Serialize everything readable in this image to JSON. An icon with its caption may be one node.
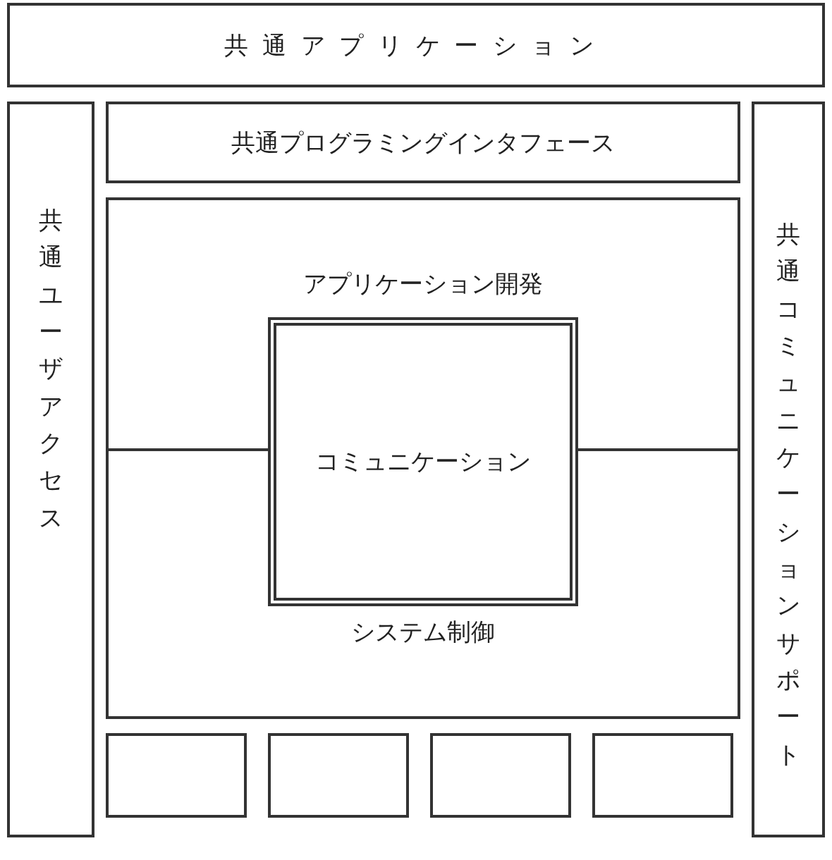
{
  "diagram": {
    "nodes": [
      {
        "text": [
          "共通アプリケーション"
        ]
      },
      {
        "text": [
          "共通ユーザアクセス"
        ]
      },
      {
        "text": [
          "共通プログラミングインタフェース"
        ]
      },
      {
        "text": [
          "アプリケーション開発"
        ]
      },
      {
        "text": [
          "システム制御"
        ]
      },
      {
        "text": [
          "コミュニケーション"
        ]
      },
      {
        "text": [
          "共通コミュニケーションサポート"
        ]
      },
      {
        "text": [],
        "shape": "box"
      },
      {
        "text": [],
        "shape": "box"
      },
      {
        "text": [],
        "shape": "box"
      },
      {
        "text": [],
        "shape": "box"
      }
    ]
  }
}
